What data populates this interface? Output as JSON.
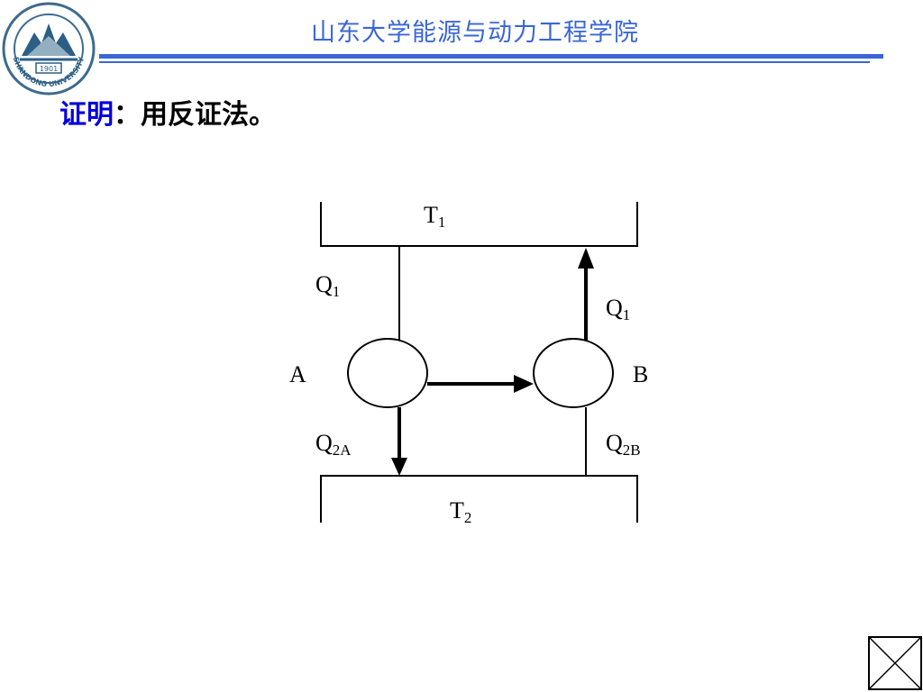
{
  "header": {
    "title": "山东大学能源与动力工程学院",
    "accent_color": "#3a66d6"
  },
  "logo": {
    "icon": "shandong-university-seal-icon",
    "text": "SHANDONG UNIVERSITY",
    "year": "1901"
  },
  "proof": {
    "label": "证明",
    "colon": "：",
    "text": "用反证法。"
  },
  "diagram": {
    "hot_reservoir": {
      "label": "T",
      "sub": "1"
    },
    "cold_reservoir": {
      "label": "T",
      "sub": "2"
    },
    "engine_a": {
      "label": "A"
    },
    "engine_b": {
      "label": "B"
    },
    "q1_a": {
      "label": "Q",
      "sub": "1"
    },
    "q1_b": {
      "label": "Q",
      "sub": "1"
    },
    "q2a": {
      "label": "Q",
      "sub": "2A"
    },
    "q2b": {
      "label": "Q",
      "sub": "2B"
    }
  },
  "nav": {
    "icon": "close-x-icon"
  }
}
